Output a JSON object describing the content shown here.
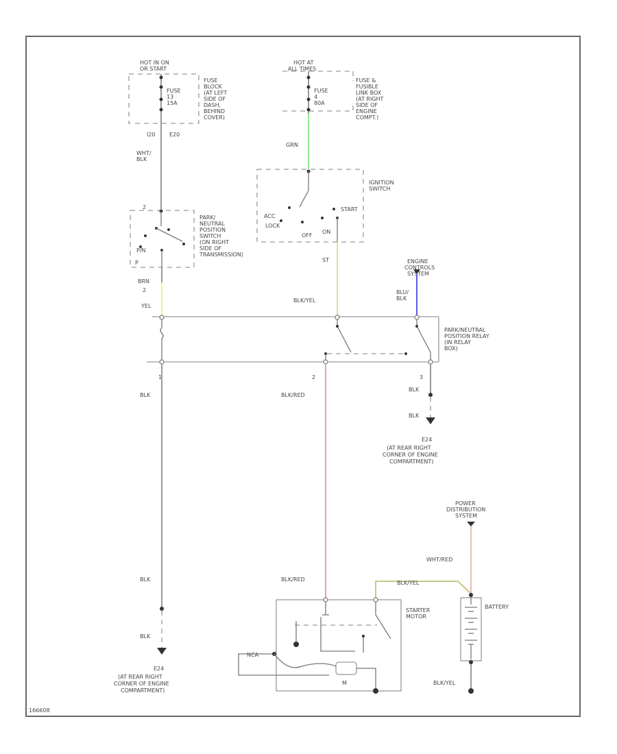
{
  "diagram_id": "166608",
  "fuse_block": {
    "header": [
      "HOT IN ON",
      "OR START"
    ],
    "fuse_label": [
      "FUSE",
      "13",
      "15A"
    ],
    "location": [
      "FUSE",
      "BLOCK",
      "(AT LEFT",
      "SIDE OF",
      "DASH,",
      "BEHIND",
      "COVER)"
    ],
    "pin_left": "I20",
    "pin_right": "E20"
  },
  "fusible_link_box": {
    "header": [
      "HOT AT",
      "ALL TIMES"
    ],
    "fuse_label": [
      "FUSE",
      "4",
      "80A"
    ],
    "location": [
      "FUSE &",
      "FUSIBLE",
      "LINK BOX",
      "(AT RIGHT",
      "SIDE OF",
      "ENGINE",
      "COMPT.)"
    ]
  },
  "ignition_switch": {
    "title": [
      "IGNITION",
      "SWITCH"
    ],
    "positions": [
      "ACC",
      "LOCK",
      "OFF",
      "ON",
      "START"
    ],
    "pin": "ST"
  },
  "park_neutral_switch": {
    "description": [
      "PARK/",
      "NEUTRAL",
      "POSITION",
      "SWITCH",
      "(ON RIGHT",
      "SIDE OF",
      "TRANSMISSION)"
    ],
    "top_pin": "2",
    "positions": [
      "P/N",
      "P"
    ],
    "bottom_pin": "2"
  },
  "engine_controls": {
    "label": [
      "ENGINE",
      "CONTROLS",
      "SYSTEM"
    ]
  },
  "relay": {
    "label": [
      "PARK/NEUTRAL",
      "POSITION RELAY",
      "(IN RELAY",
      "BOX)"
    ],
    "bottom_pins": [
      "1",
      "2",
      "3"
    ]
  },
  "power_distribution": {
    "label": [
      "POWER",
      "DISTRIBUTION",
      "SYSTEM"
    ]
  },
  "starter_motor": {
    "label": [
      "STARTER",
      "MOTOR"
    ],
    "terminal": "NCA",
    "motor_symbol": "M"
  },
  "battery": {
    "label": "BATTERY"
  },
  "ground_right": {
    "id": "E24",
    "location": [
      "(AT REAR RIGHT",
      "CORNER OF ENGINE",
      "COMPARTMENT)"
    ]
  },
  "ground_left": {
    "id": "E24",
    "location": [
      "(AT REAR RIGHT",
      "CORNER OF ENGINE",
      "COMPARTMENT)"
    ]
  },
  "wire_labels": {
    "wht_blk": [
      "WHT/",
      "BLK"
    ],
    "grn": "GRN",
    "brn": "BRN",
    "yel": "YEL",
    "blk_yel_relay": "BLK/YEL",
    "blu_blk": [
      "BLU/",
      "BLK"
    ],
    "blk_left_top": "BLK",
    "blk_left_mid": "BLK",
    "blk_left_bottom": "BLK",
    "blk_red_relay": "BLK/RED",
    "blk_red_starter": "BLK/RED",
    "blk_right_1": "BLK",
    "blk_right_2": "BLK",
    "wht_red": "WHT/RED",
    "blk_yel_starter": "BLK/YEL",
    "blk_yel_battery": "BLK/YEL"
  },
  "wire_colors": {
    "grn": "#90ee90",
    "yel": "#f2f27a",
    "yel_relay": "#dede9a",
    "blu": "#5a5ae6",
    "red": "#e8a0a8",
    "wht_red": "#f2b6b6",
    "blk_yel": "#c8c888",
    "gray": "#9a9a9a"
  }
}
